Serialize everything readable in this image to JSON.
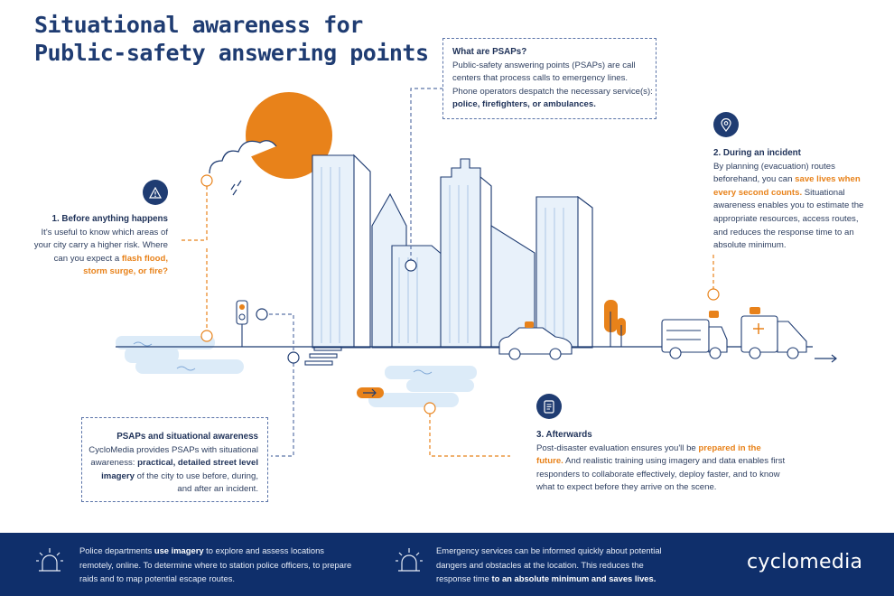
{
  "title": {
    "line1": "Situational awareness for",
    "line2": "Public-safety answering points"
  },
  "psaps": {
    "heading": "What are PSAPs?",
    "line1": "Public-safety answering points (PSAPs) are call",
    "line2": "centers that process calls to emergency lines.",
    "line3": "Phone operators despatch the necessary service(s):",
    "line4": "police, firefighters, or ambulances."
  },
  "before": {
    "heading": "1. Before anything happens",
    "line1": "It's useful to know which areas of",
    "line2": "your city carry a higher risk. Where",
    "line3_plain": "can you expect a ",
    "line3_hl": "flash flood,",
    "line4_hl": "storm surge, or fire?"
  },
  "during": {
    "heading": "2. During an incident",
    "line1": "By planning (evacuation) routes",
    "line2": "beforehand, you can ",
    "line2_hl": "save lives when",
    "line3_hl": "every second counts.",
    "line3_plain": " Situational",
    "line4": "awareness enables you to estimate the",
    "line5": "appropriate resources, access routes,",
    "line6": "and reduces the response time to an",
    "line7": "absolute minimum."
  },
  "situational": {
    "heading": "PSAPs and situational awareness",
    "line1": "CycloMedia provides PSAPs with situational",
    "line2_plain": "awareness: ",
    "line2_bold": "practical, detailed street level",
    "line3_bold": "imagery",
    "line3_plain": " of the city to use before, during,",
    "line4": "and after an incident."
  },
  "after": {
    "heading": "3. Afterwards",
    "line1_plain": "Post-disaster evaluation ensures you'll be ",
    "line1_hl": "prepared in the",
    "line2_hl": "future.",
    "line2_plain": " And realistic training using imagery and data enables first",
    "line3": "responders to collaborate effectively, deploy faster, and to know",
    "line4": "what to expect before they arrive on the scene."
  },
  "footer": {
    "left_line1_plain": "Police departments ",
    "left_line1_bold": "use imagery",
    "left_line1_rest": " to explore and assess locations",
    "left_line2": "remotely, online. To determine where to station police officers, to prepare",
    "left_line3": "raids and to map potential escape routes.",
    "right_line1": "Emergency services can be informed quickly about potential",
    "right_line2": "dangers and obstacles at the location. This reduces the",
    "right_line3_plain": "response time ",
    "right_line3_bold": "to an absolute minimum and saves lives.",
    "logo": "cyclomedia"
  },
  "colors": {
    "navy": "#1f3c72",
    "orange": "#e8821a",
    "light_blue": "#dcebf8",
    "footer": "#0f2f6b"
  },
  "icons": {
    "warning": "warning-triangle-icon",
    "location": "map-pin-icon",
    "document": "document-icon",
    "siren": "siren-icon"
  }
}
